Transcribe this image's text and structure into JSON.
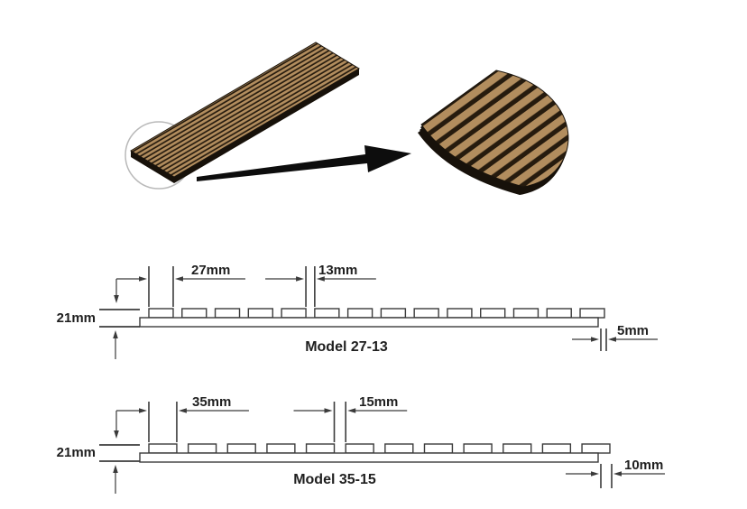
{
  "illustration": {
    "wood_color": "#b28d5e",
    "stripe_color": "#261b0e",
    "edge_color": "#17110a",
    "outline_color": "#1a140c",
    "zoom_circle_color": "#b9b9b9",
    "arrow_color": "#0d0d0d"
  },
  "drawing": {
    "line_color": "#3b3b3b",
    "text_color": "#1f1f1f",
    "fill_color": "#ffffff"
  },
  "diagrams": [
    {
      "model_label": "Model 27-13",
      "slat_width_label": "27mm",
      "gap_label": "13mm",
      "thickness_label": "21mm",
      "edge_label": "5mm",
      "slat_count": 14
    },
    {
      "model_label": "Model 35-15",
      "slat_width_label": "35mm",
      "gap_label": "15mm",
      "thickness_label": "21mm",
      "edge_label": "10mm",
      "slat_count": 12
    }
  ]
}
